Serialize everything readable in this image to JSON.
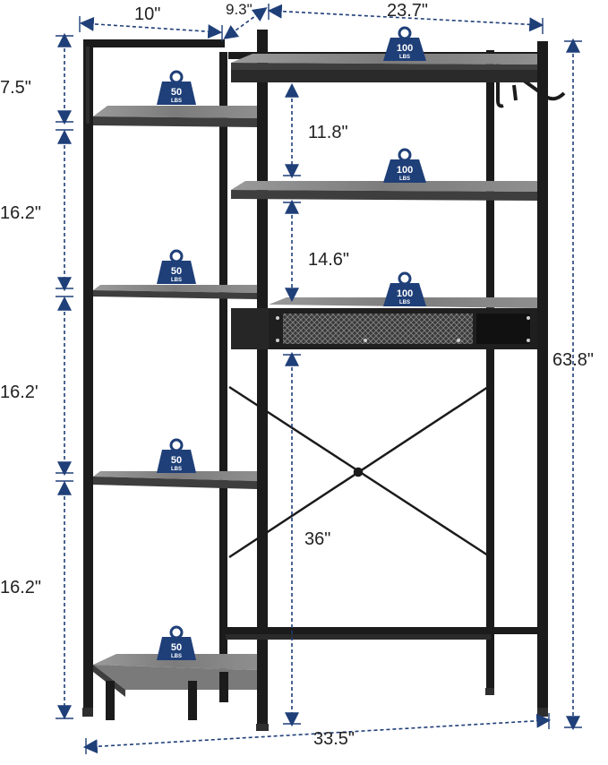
{
  "dimensions": {
    "top_depth_left": "10\"",
    "top_depth_middle": "9.3\"",
    "top_width": "23.7\"",
    "left_gap_1": "7.5\"",
    "left_gap_2": "16.2\"",
    "left_gap_3": "16.2'",
    "left_gap_4": "16.2\"",
    "middle_gap_1": "11.8\"",
    "middle_gap_2": "14.6\"",
    "middle_gap_3": "36\"",
    "total_height": "63.8\"",
    "bottom_width": "33.5\""
  },
  "badges": {
    "large_value": "100",
    "small_value": "50",
    "unit": "LBS"
  },
  "colors": {
    "frame": "#1a1a1a",
    "shelf_top": "#8a8a8a",
    "shelf_edge": "#5a5a5a",
    "dim_line": "#1f3f78",
    "badge": "#1f3f78"
  }
}
